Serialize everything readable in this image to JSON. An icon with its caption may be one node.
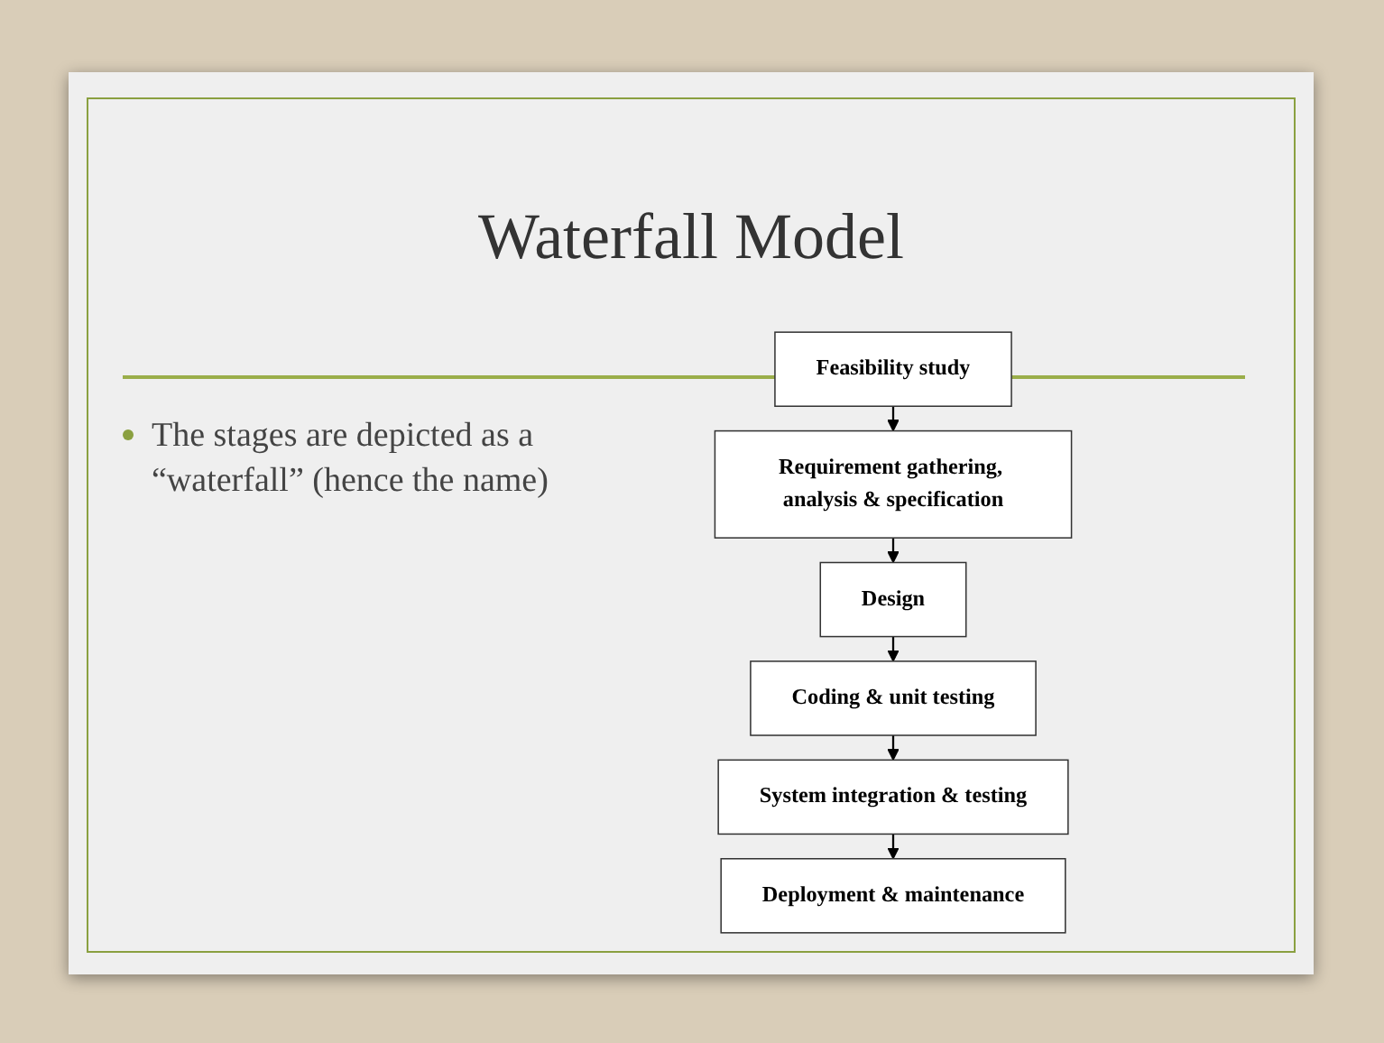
{
  "diagram": {
    "title": "Waterfall Model",
    "nodes": [
      {
        "text": [
          "Feasibility study"
        ]
      },
      {
        "text": [
          "Requirement gathering, analysis & specification"
        ]
      },
      {
        "text": [
          "Design"
        ]
      },
      {
        "text": [
          "Coding & unit testing"
        ]
      },
      {
        "text": [
          "System integration & testing"
        ]
      },
      {
        "text": [
          "Deployment & maintenance"
        ]
      }
    ],
    "edges": [
      {
        "from": 0,
        "to": 1,
        "arrow": "to"
      },
      {
        "from": 1,
        "to": 2,
        "arrow": "to"
      },
      {
        "from": 2,
        "to": 3,
        "arrow": "to"
      },
      {
        "from": 3,
        "to": 4,
        "arrow": "to"
      },
      {
        "from": 4,
        "to": 5,
        "arrow": "to"
      }
    ],
    "labels": [
      "The stages are depicted as a “waterfall” (hence the name)"
    ]
  }
}
